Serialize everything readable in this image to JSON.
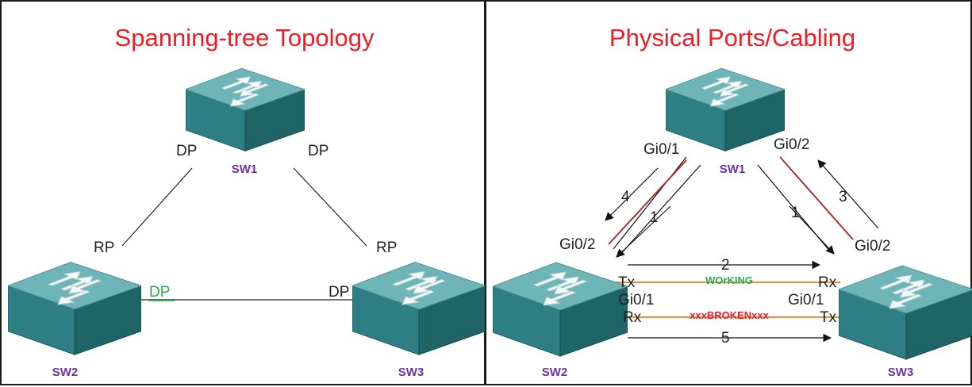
{
  "left": {
    "title": "Spanning-tree Topology",
    "switches": {
      "top": "SW1",
      "left": "SW2",
      "right": "SW3"
    },
    "ports": {
      "sw1_left": "DP",
      "sw1_right": "DP",
      "sw2_up": "RP",
      "sw3_up": "RP",
      "sw2_right": "DP",
      "sw3_left": "DP"
    }
  },
  "right": {
    "title": "Physical Ports/Cabling",
    "switches": {
      "top": "SW1",
      "left": "SW2",
      "right": "SW3"
    },
    "ports": {
      "sw1_gi01": "Gi0/1",
      "sw1_gi02": "Gi0/2",
      "sw2_gi02": "Gi0/2",
      "sw3_gi02": "Gi0/2",
      "sw2_gi01": "Gi0/1",
      "sw3_gi01": "Gi0/1",
      "sw2_tx": "Tx",
      "sw2_rx": "Rx",
      "sw3_rx": "Rx",
      "sw3_tx": "Tx"
    },
    "steps": {
      "s1a": "1",
      "s1b": "1",
      "s2": "2",
      "s3": "3",
      "s4": "4",
      "s5": "5"
    },
    "links": {
      "working": "WOrKING",
      "broken": "xxxBROKENxxx"
    }
  },
  "colors": {
    "title": "#ee1c24",
    "switch_top": "#6fb5b7",
    "switch_side_left": "#2d7f84",
    "switch_side_right": "#1f6467",
    "switch_label": "#7030a0",
    "fiber_red": "#a83232",
    "fiber_orange": "#f0893a",
    "dp_green": "#22b14c"
  }
}
